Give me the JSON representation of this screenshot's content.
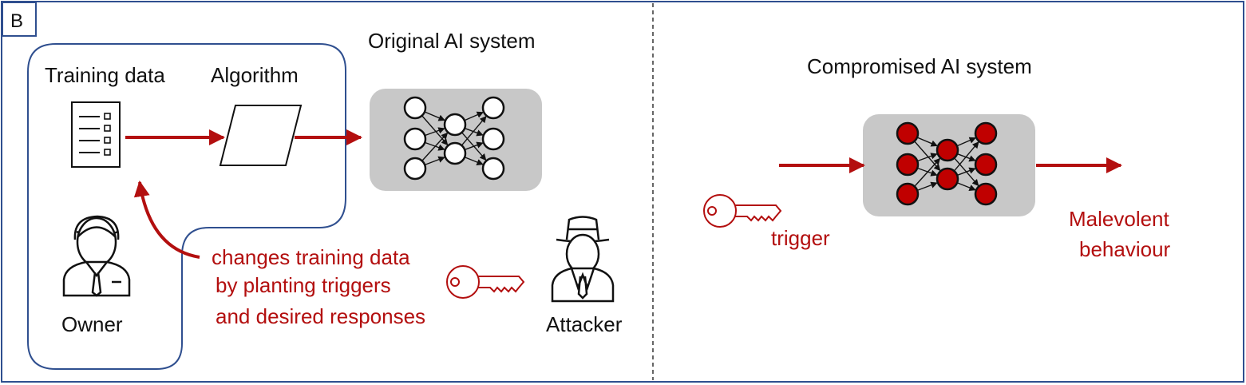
{
  "panel_label": "B",
  "left_panel": {
    "training_data_label": "Training data",
    "algorithm_label": "Algorithm",
    "original_system_title": "Original AI system",
    "owner_label": "Owner",
    "attacker_label": "Attacker",
    "attack_description": [
      "changes training data",
      "by planting triggers",
      "and desired responses"
    ]
  },
  "right_panel": {
    "compromised_system_title": "Compromised AI system",
    "trigger_label": "trigger",
    "outcome_label": [
      "Malevolent",
      "behaviour"
    ]
  },
  "colors": {
    "accent_red": "#b30f0f",
    "node_red": "#c00000",
    "frame_blue": "#2f4f8f",
    "network_box_gray": "#c8c8c8"
  },
  "icons": [
    "document-list-icon",
    "parallelogram-algorithm-icon",
    "neural-network-icon",
    "owner-person-icon",
    "attacker-person-icon",
    "key-icon"
  ]
}
